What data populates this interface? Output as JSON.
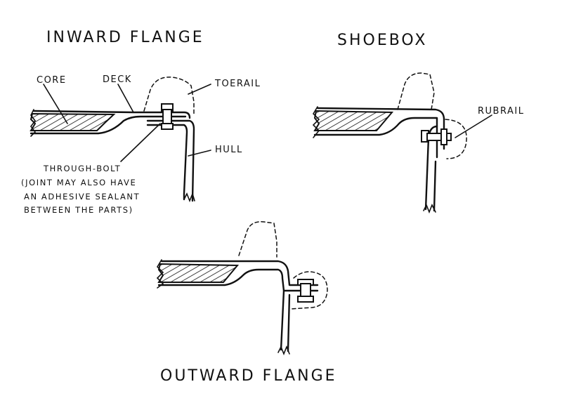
{
  "titles": {
    "inward": "INWARD FLANGE",
    "shoebox": "SHOEBOX",
    "outward": "OUTWARD FLANGE"
  },
  "labels": {
    "core": "CORE",
    "deck": "DECK",
    "toerail": "TOERAIL",
    "hull": "HULL",
    "rubrail": "RUBRAIL",
    "through_bolt": "THROUGH-BOLT"
  },
  "note": {
    "line1": "(JOINT MAY ALSO HAVE",
    "line2": "AN ADHESIVE SEALANT",
    "line3": "BETWEEN THE PARTS)"
  }
}
